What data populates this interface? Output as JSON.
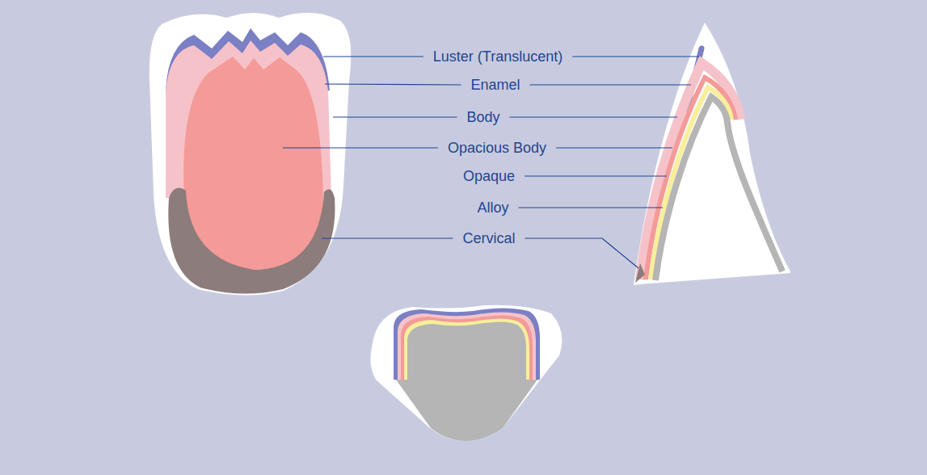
{
  "diagram": {
    "labels": [
      "Luster (Translucent)",
      "Enamel",
      "Body",
      "Opacious Body",
      "Opaque",
      "Alloy",
      "Cervical"
    ]
  }
}
